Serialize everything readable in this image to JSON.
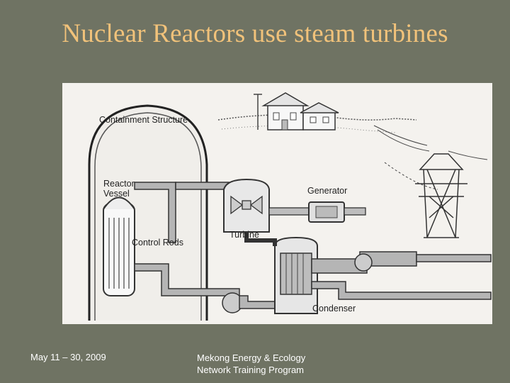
{
  "slide": {
    "title": "Nuclear Reactors use steam turbines",
    "footer_date": "May 11 – 30, 2009",
    "footer_org_line1": "Mekong Energy & Ecology",
    "footer_org_line2": "Network Training Program"
  },
  "diagram": {
    "labels": {
      "containment": "Containment Structure",
      "reactor_line1": "Reactor",
      "reactor_line2": "Vessel",
      "control_rods": "Control Rods",
      "generator": "Generator",
      "turbine": "Turbine",
      "condenser": "Condenser"
    }
  },
  "colors": {
    "background": "#6f7363",
    "title": "#f1c27a",
    "footer_text": "#ffffff"
  }
}
